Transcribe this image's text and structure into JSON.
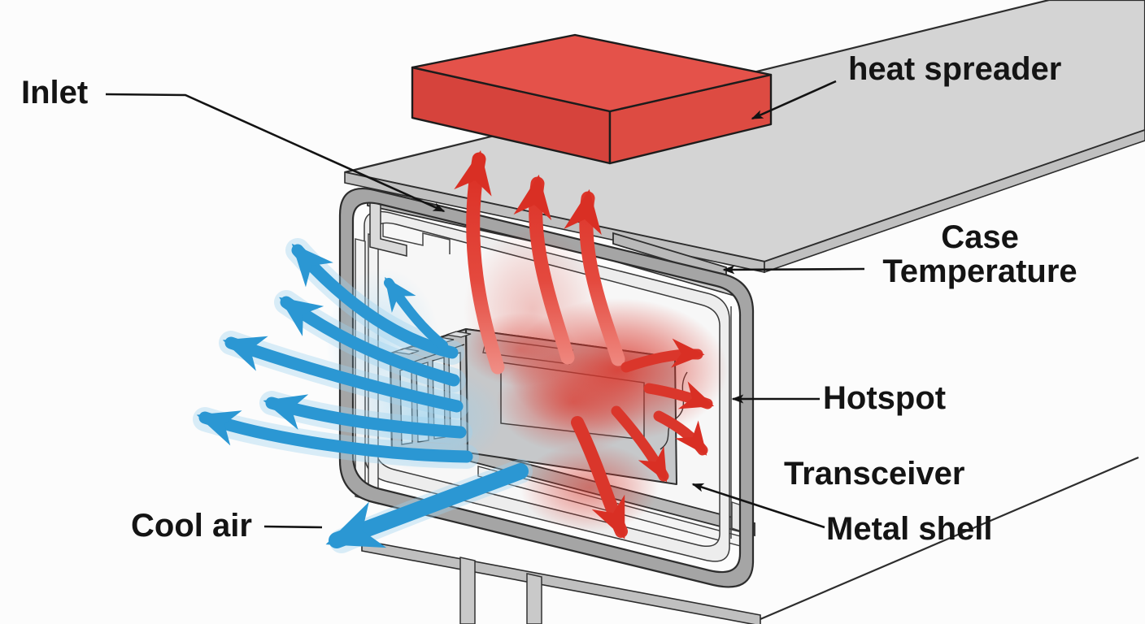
{
  "diagram": {
    "type": "technical-illustration",
    "subject": "Transceiver thermal and airflow cross-section inside metal shell cage",
    "labels": {
      "inlet": "Inlet",
      "heat_spreader": "heat spreader",
      "case_temperature_line1": "Case",
      "case_temperature_line2": "Temperature",
      "hotspot": "Hotspot",
      "transceiver": "Transceiver",
      "metal_shell": "Metal shell",
      "cool_air": "Cool air"
    }
  },
  "colors": {
    "background": "#fcfcfc",
    "heat": "#da362b",
    "heat-spreader-top": "#e4524a",
    "heat-spreader-side": "#d6433c",
    "cool": "#2b97d3",
    "cool-trail": "#9ed3ef",
    "plate": "#d4d4d4",
    "plate-edge": "#c0c0c0",
    "shell": "#a5a5a5",
    "outline": "#2d2d2d",
    "label-text": "#141414"
  }
}
